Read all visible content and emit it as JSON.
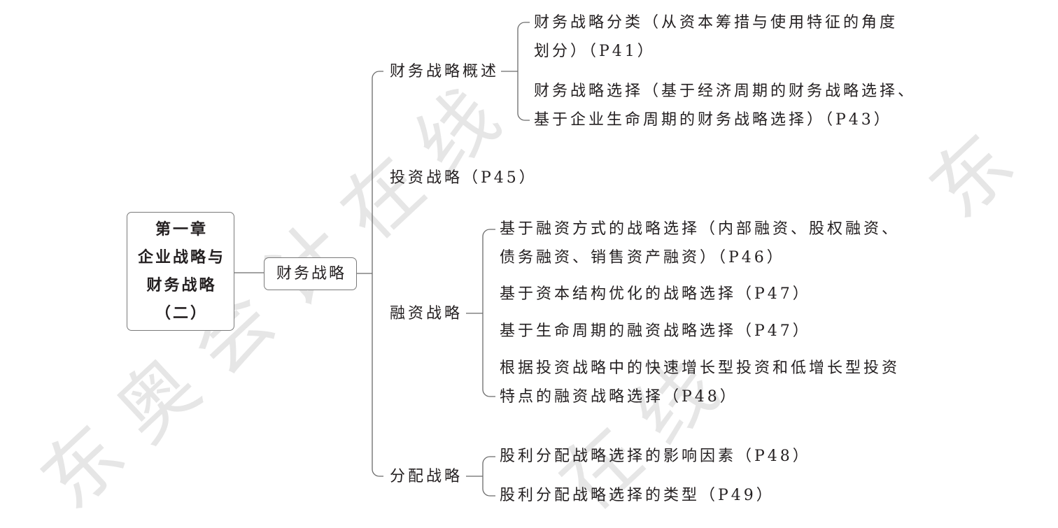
{
  "root": {
    "lines": [
      "第一章",
      "企业战略与",
      "财务战略",
      "（二）"
    ]
  },
  "topic": {
    "label": "财务战略"
  },
  "branches": [
    {
      "label": "财务战略概述",
      "leaves": [
        {
          "lines": [
            "财务战略分类（从资本筹措与使用特征的角度",
            "划分）（P41）"
          ]
        },
        {
          "lines": [
            "财务战略选择（基于经济周期的财务战略选择、",
            "基于企业生命周期的财务战略选择）（P43）"
          ]
        }
      ]
    },
    {
      "label": "投资战略（P45）",
      "leaves": []
    },
    {
      "label": "融资战略",
      "leaves": [
        {
          "lines": [
            "基于融资方式的战略选择（内部融资、股权融资、",
            "债务融资、销售资产融资）（P46）"
          ]
        },
        {
          "lines": [
            "基于资本结构优化的战略选择（P47）"
          ]
        },
        {
          "lines": [
            "基于生命周期的融资战略选择（P47）"
          ]
        },
        {
          "lines": [
            "根据投资战略中的快速增长型投资和低增长型投资",
            "特点的融资战略选择（P48）"
          ]
        }
      ]
    },
    {
      "label": "分配战略",
      "leaves": [
        {
          "lines": [
            "股利分配战略选择的影响因素（P48）"
          ]
        },
        {
          "lines": [
            "股利分配战略选择的类型（P49）"
          ]
        }
      ]
    }
  ],
  "watermark": {
    "text": "东奥会计在线"
  },
  "colors": {
    "text": "#231f20",
    "line": "#6b6b6b",
    "border": "#7a7a7a",
    "watermark": "#e6e6e6"
  }
}
